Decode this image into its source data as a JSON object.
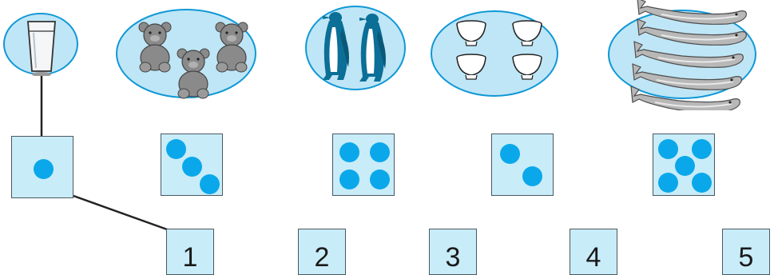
{
  "colors": {
    "ellipse_fill": "#bfe6f6",
    "ellipse_stroke": "#1098d6",
    "dice_fill": "#c9ecf9",
    "dot": "#0aa8ea",
    "penguin": "#0b6f97",
    "object_gray": "#888888",
    "line": "#222222"
  },
  "pictures": [
    {
      "item": "glass",
      "count": 1
    },
    {
      "item": "teddy-bear",
      "count": 3
    },
    {
      "item": "penguin",
      "count": 2
    },
    {
      "item": "bowl",
      "count": 4
    },
    {
      "item": "fish",
      "count": 5
    }
  ],
  "dice": [
    {
      "count": 1
    },
    {
      "count": 3
    },
    {
      "count": 4
    },
    {
      "count": 2
    },
    {
      "count": 5
    }
  ],
  "numbers": [
    "1",
    "2",
    "3",
    "4",
    "5"
  ],
  "connections": [
    {
      "from": "glass",
      "to": "dice-1"
    },
    {
      "from": "dice-1",
      "to": "number-1"
    }
  ]
}
